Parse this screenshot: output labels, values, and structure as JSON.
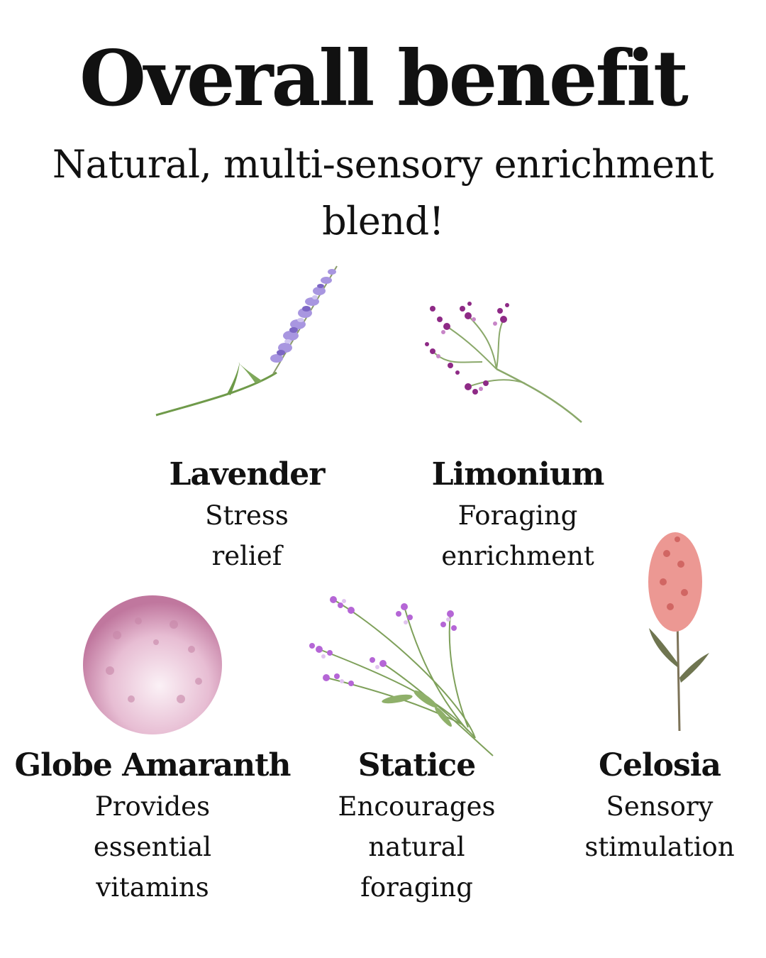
{
  "title": "Overall benefit",
  "subtitle": "Natural, multi-sensory enrichment blend!",
  "flowers": [
    {
      "name": "Lavender",
      "desc_lines": [
        "Stress",
        "relief"
      ],
      "icon": "lavender-sprig-illustration",
      "color": "#9b86d6"
    },
    {
      "name": "Limonium",
      "desc_lines": [
        "Foraging",
        "enrichment"
      ],
      "icon": "limonium-sprig-illustration",
      "color": "#8e2a86"
    },
    {
      "name": "Globe Amaranth",
      "desc_lines": [
        "Provides",
        "essential",
        "vitamins"
      ],
      "icon": "globe-amaranth-illustration",
      "color": "#d08bb2"
    },
    {
      "name": "Statice",
      "desc_lines": [
        "Encourages",
        "natural",
        "foraging"
      ],
      "icon": "statice-bunch-illustration",
      "color": "#b566d6"
    },
    {
      "name": "Celosia",
      "desc_lines": [
        "Sensory",
        "stimulation"
      ],
      "icon": "celosia-flower-illustration",
      "color": "#e57b78"
    }
  ]
}
